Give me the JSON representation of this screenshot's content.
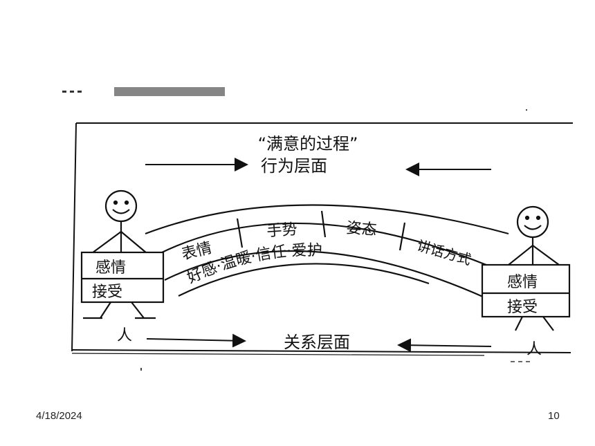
{
  "diagram": {
    "title": "“满意的过程”",
    "behavior_level": "行为层面",
    "relationship_level": "关系层面",
    "bridge_segments": [
      "表情",
      "手势",
      "姿态",
      "讲话方式"
    ],
    "arch_text": "好感·温暖·信任·爱护",
    "left_person": {
      "box_top": "感情",
      "box_bottom": "接受",
      "label": "人"
    },
    "right_person": {
      "box_top": "感情",
      "box_bottom": "接受",
      "label": "人"
    }
  },
  "footer": {
    "date": "4/18/2024",
    "page": "10"
  }
}
